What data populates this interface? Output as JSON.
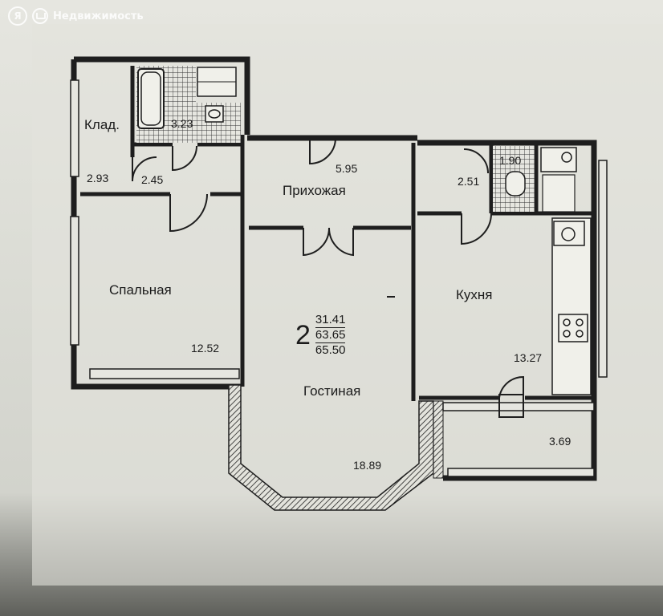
{
  "watermark": {
    "logo_letter": "Я",
    "service": "Недвижимость"
  },
  "rooms": {
    "storage": {
      "name": "Клад.",
      "area": "2.93"
    },
    "bathroom": {
      "area": "3.23"
    },
    "corridor": {
      "area": "2.45"
    },
    "hallway": {
      "name": "Прихожая",
      "area": "5.95"
    },
    "toilet": {
      "area": "1.90"
    },
    "pantry": {
      "area": "2.51"
    },
    "bedroom": {
      "name": "Спальная",
      "area": "12.52"
    },
    "kitchen": {
      "name": "Кухня",
      "area": "13.27"
    },
    "living": {
      "name": "Гостиная",
      "area": "18.89"
    },
    "balcony": {
      "area": "3.69"
    }
  },
  "summary": {
    "room_count": "2",
    "living_area": "31.41",
    "total_area": "63.65",
    "total_with_balcony": "65.50"
  },
  "colors": {
    "wall": "#1e1e1e",
    "paper": "#e3e3dc",
    "tile": "#3a3a3a"
  }
}
